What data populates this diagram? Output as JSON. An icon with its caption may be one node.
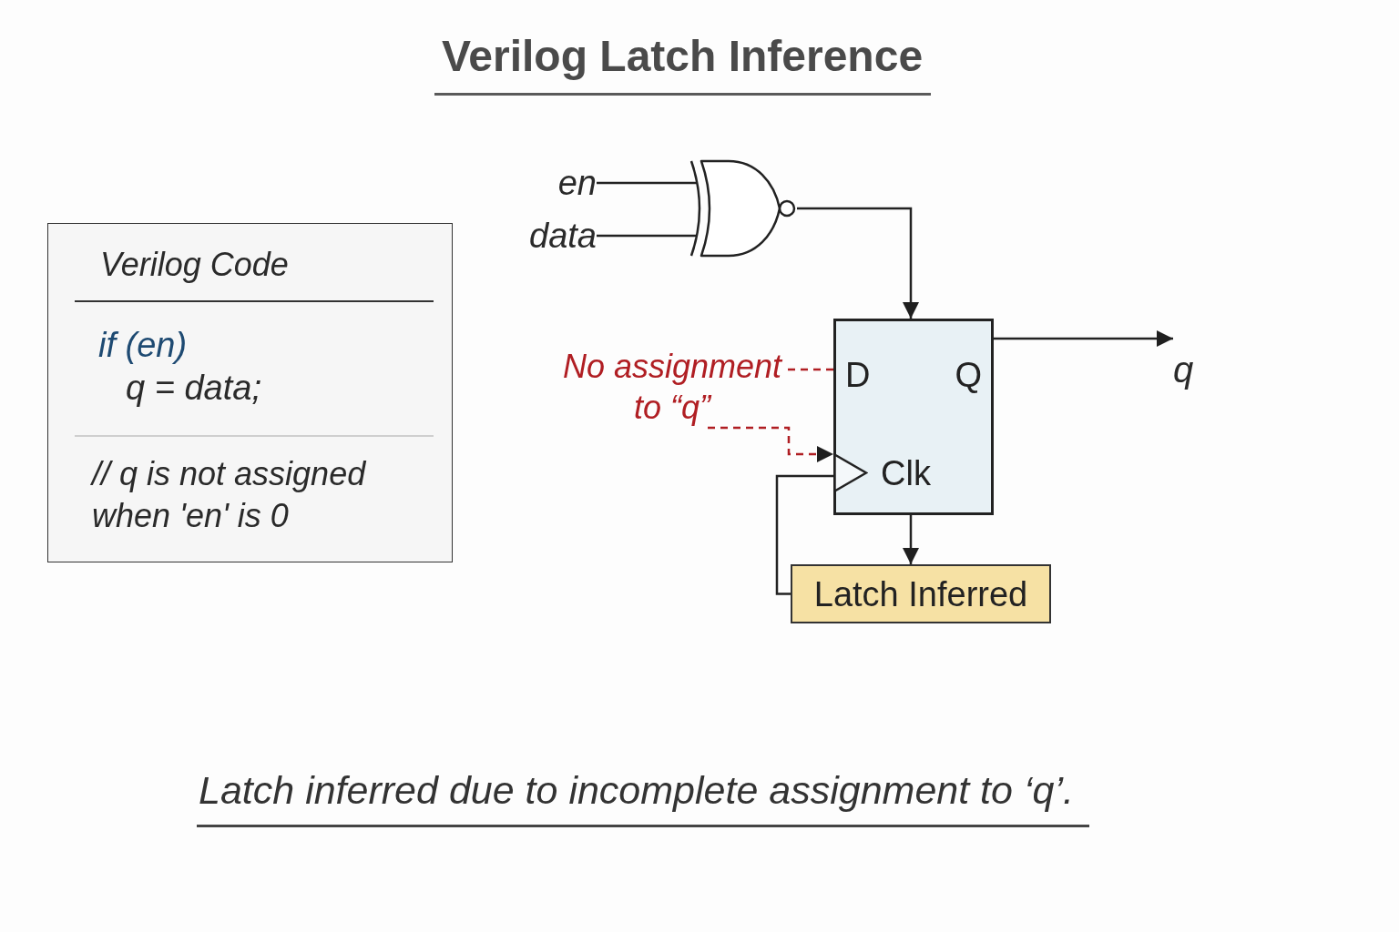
{
  "diagram": {
    "title": "Verilog Latch Inference",
    "caption": "Latch inferred due to incomplete assignment to ‘q’.",
    "nodes": [
      {
        "text": [
          "Verilog Code",
          "if (en)",
          "q = data;",
          "// q is not assigned when 'en' is 0"
        ]
      },
      {
        "text": [
          "en"
        ]
      },
      {
        "text": [
          "data"
        ]
      },
      {
        "text": [],
        "shape": "gate"
      },
      {
        "text": [
          "No assignment to “q”"
        ]
      },
      {
        "text": [
          "D",
          "Q",
          "Clk"
        ]
      },
      {
        "text": [
          "q"
        ]
      },
      {
        "text": [
          "Latch Inferred"
        ]
      }
    ],
    "edges": [
      {
        "from": 1,
        "to": 3,
        "arrow": "none"
      },
      {
        "from": 2,
        "to": 3,
        "arrow": "none"
      },
      {
        "from": 3,
        "to": 5,
        "arrow": "to"
      },
      {
        "from": 4,
        "to": 5,
        "arrow": "none",
        "style": "dashed",
        "color": "#b01e23"
      },
      {
        "from": 4,
        "to": 5,
        "arrow": "to",
        "style": "dashed",
        "color": "#b01e23"
      },
      {
        "from": 5,
        "to": 7,
        "arrow": "to"
      },
      {
        "from": 5,
        "to": 6,
        "arrow": "to"
      },
      {
        "from": 7,
        "to": 5,
        "arrow": "none"
      }
    ]
  }
}
